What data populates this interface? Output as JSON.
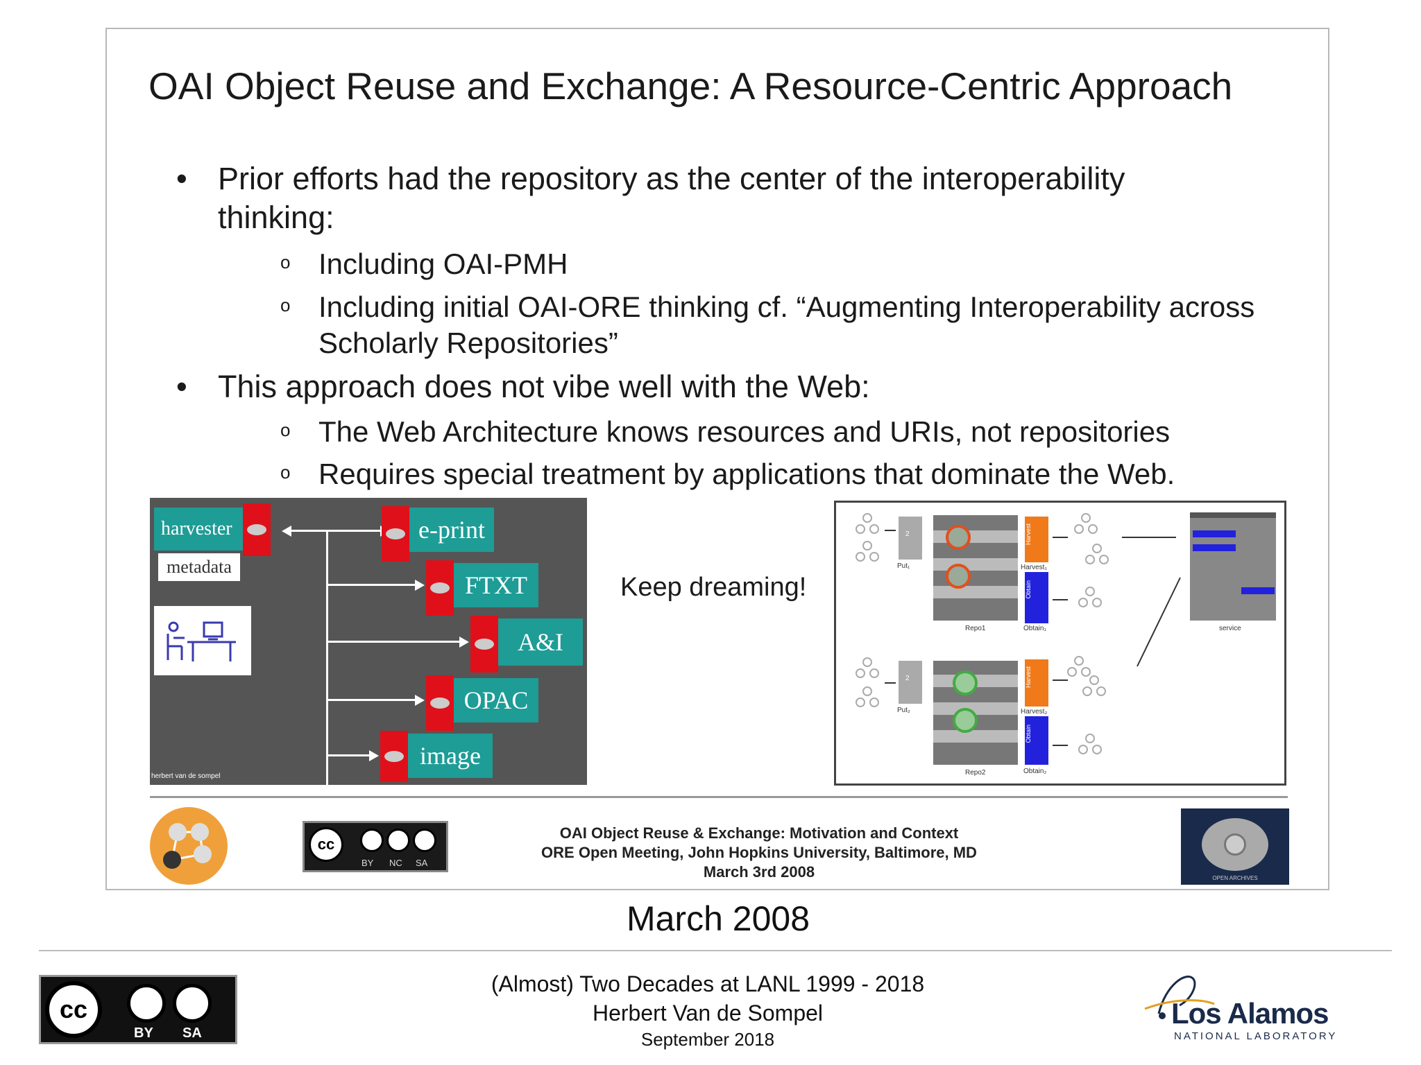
{
  "slide": {
    "title": "OAI Object Reuse and Exchange: A Resource-Centric Approach",
    "bullets": [
      {
        "text_line1": "Prior efforts had the repository as the center of the interoperability",
        "text_line2": "thinking:"
      },
      {
        "sub": "Including OAI-PMH"
      },
      {
        "sub_line1": "Including initial OAI-ORE thinking cf. “Augmenting Interoperability across",
        "sub_line2": "Scholarly Repositories”"
      },
      {
        "text": "This approach does not vibe well with the Web:"
      },
      {
        "sub": "The Web Architecture knows resources and URIs, not repositories"
      },
      {
        "sub": "Requires special treatment by applications that dominate the Web."
      }
    ],
    "bullet_glyph": "•",
    "sub_glyph": "o",
    "left_diagram": {
      "harvester": "harvester",
      "metadata": "metadata",
      "targets": [
        "e-print",
        "FTXT",
        "A&I",
        "OPAC",
        "image"
      ],
      "credit": "herbert van de sompel"
    },
    "keep_dreaming": "Keep dreaming!",
    "right_diagram": {
      "put1": "Put₁",
      "put2": "Put₂",
      "repo1": "Repo1",
      "repo2": "Repo2",
      "harvest1": "Harvest₁",
      "harvest2": "Harvest₂",
      "obtain1": "Obtain₁",
      "obtain2": "Obtain₂",
      "service": "service",
      "harvest_vertical": "Harvest",
      "obtain_vertical": "Obtain",
      "box_number": "2"
    },
    "footer": {
      "line1": "OAI Object Reuse & Exchange: Motivation and Context",
      "line2": "ORE Open Meeting, John Hopkins University, Baltimore, MD",
      "line3": "March 3rd 2008",
      "cc_labels": [
        "BY",
        "NC",
        "SA"
      ],
      "oa_logo_text": "OPEN ARCHIVES"
    }
  },
  "caption": "March 2008",
  "page_footer": {
    "line1": "(Almost) Two Decades at LANL 1999 - 2018",
    "line2": "Herbert Van de Sompel",
    "line3": "September 2018",
    "cc_labels": [
      "BY",
      "SA"
    ],
    "cc_text": "cc",
    "lanl_name": "Los Alamos",
    "lanl_sub": "NATIONAL LABORATORY"
  },
  "colors": {
    "teal": "#1e9c96",
    "red": "#e0101a",
    "dark_panel": "#555555",
    "orange": "#f07a1a",
    "blue": "#2222dd",
    "lanl_navy": "#1a2a4a"
  }
}
